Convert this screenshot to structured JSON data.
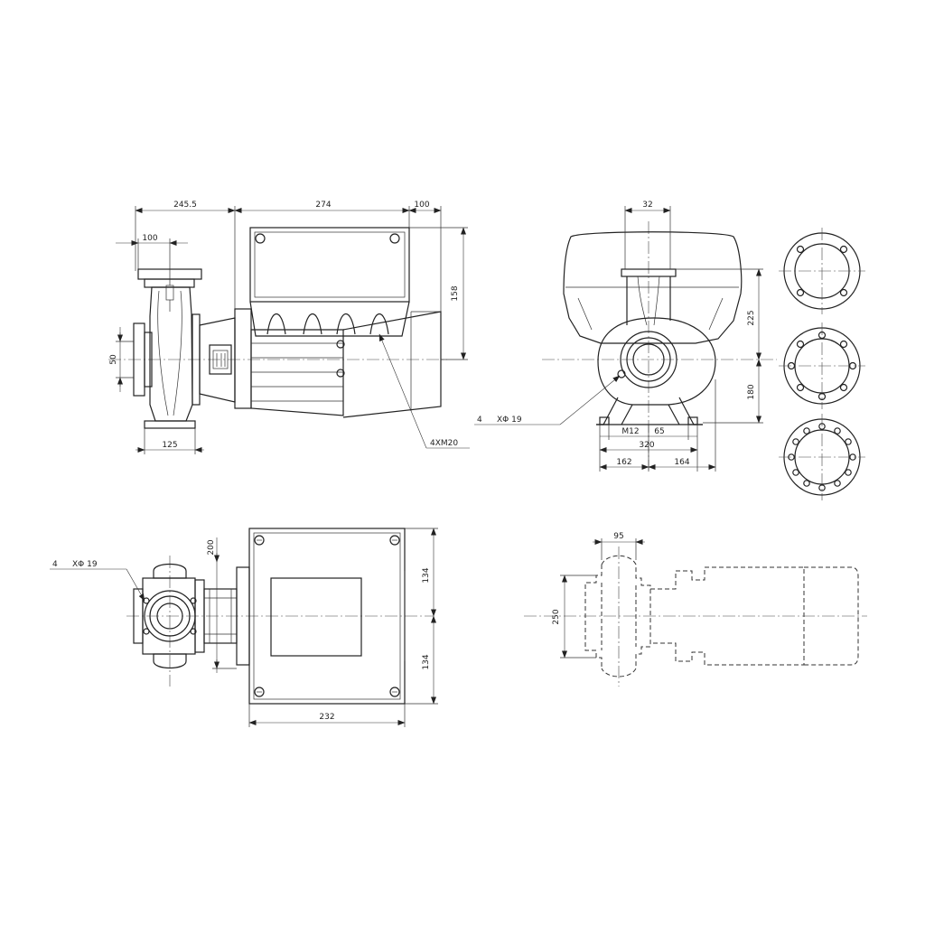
{
  "views": {
    "side": {
      "dims": {
        "overall_pump": "245.5",
        "motor_length": "274",
        "motor_tail": "100",
        "top_flange": "100",
        "height_box": "158",
        "flange_height": "50",
        "base_width": "125",
        "cable_entries": "4XM20"
      }
    },
    "front": {
      "dims": {
        "outlet_offset": "32",
        "height_upper": "225",
        "height_lower": "180",
        "holes": "4",
        "hole_dia": "XΦ 19",
        "foot_thread": "M12",
        "foot_gap": "65",
        "foot_span": "320",
        "left_half": "162",
        "right_half": "164"
      }
    },
    "top": {
      "dims": {
        "holes": "4",
        "hole_dia": "XΦ 19",
        "flange_offset": "200",
        "half_upper": "134",
        "half_lower": "134",
        "box_width": "232"
      }
    },
    "outline": {
      "dims": {
        "head_width": "95",
        "height": "250"
      }
    }
  }
}
